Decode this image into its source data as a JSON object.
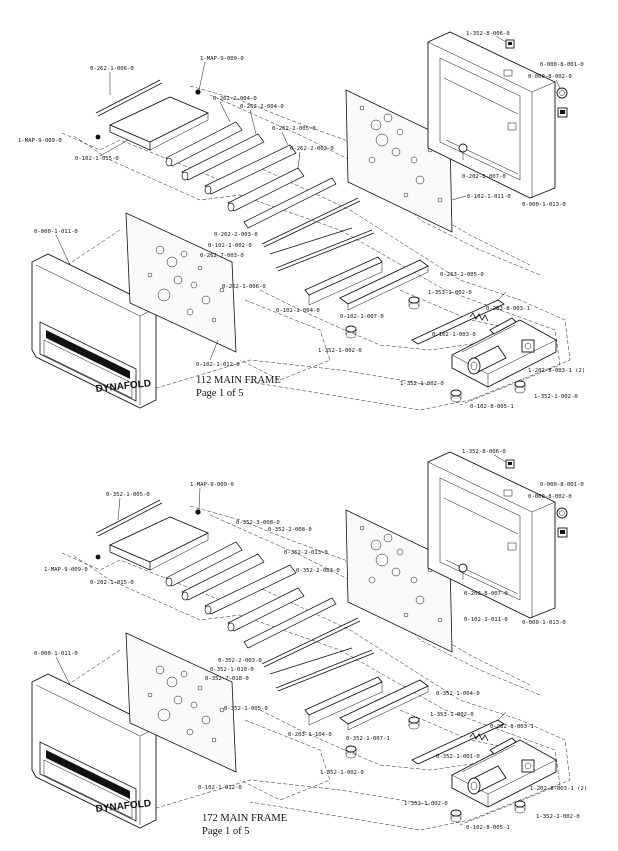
{
  "diagrams": [
    {
      "id": "upper",
      "caption_line1": "112 MAIN FRAME",
      "caption_line2": "Page 1 of 5",
      "brand": "DYNAFOLD",
      "labels": {
        "rod_top": "0-262-1-006-0",
        "screw_a": "1-MAP-9-009-0",
        "roller_a": "0-262-2-004-0",
        "roller_b": "0-262-2-004-0",
        "roller_c": "0-262-2-005-0",
        "roller_d": "0-262-2-002-0",
        "screw_b": "1-MAP-9-009-0",
        "guard": "0-102-1-015-0",
        "rod_e": "0-262-2-003-0",
        "rod_f": "0-102-1-002-0",
        "rod_g": "0-262-7-003-0",
        "rod_h": "0-262-1-006-0",
        "cover": "0-000-1-011-0",
        "left_plate": "0-102-1-012-0",
        "right_plate": "0-102-1-011-0",
        "nut": "0-202-8-007-0",
        "frame": "0-000-1-013-0",
        "switch_top": "1-352-8-006-0",
        "knob_a": "0-000-8-001-0",
        "knob_b": "0-000-8-002-0",
        "bar_i": "0-102-1-004-0",
        "bar_j": "0-102-1-007-0",
        "bar_k": "0-263-1-005-0",
        "foot_a": "1-353-1-002-0",
        "foot_b": "1-352-1-002-0",
        "foot_c": "1-352-1-002-0",
        "foot_d": "1-352-1-002-0",
        "spring": "0-282-8-003-1",
        "bracket": "0-102-1-003-0",
        "motor": "1-202-8-003-1 (2)",
        "base": "0-102-8-005-1"
      }
    },
    {
      "id": "lower",
      "caption_line1": "172 MAIN FRAME",
      "caption_line2": "Page 1 of 5",
      "brand": "DYNAFOLD",
      "labels": {
        "rod_top": "0-352-1-005-0",
        "screw_a": "1-MAP-9-009-0",
        "roller_a": "0-352-3-008-0",
        "roller_b": "0-352-2-008-0",
        "roller_c": "0-352-2-013-0",
        "roller_d": "0-352-2-003-0",
        "screw_b": "1-MAP-9-009-0",
        "guard": "0-202-1-015-0",
        "rod_e": "0-352-2-003-0",
        "rod_f": "0-352-1-010-0",
        "rod_g": "0-352-7-018-0",
        "rod_h": "0-352-1-005-0",
        "cover": "0-000-1-011-0",
        "left_plate": "0-102-1-012-0",
        "right_plate": "0-102-1-011-0",
        "nut": "0-202-8-007-0",
        "frame": "0-000-1-013-0",
        "switch_top": "1-352-8-006-0",
        "knob_a": "0-000-8-001-0",
        "knob_b": "0-000-8-002-0",
        "bar_i": "0-203-1-104-0",
        "bar_j": "0-352-1-007-1",
        "bar_k": "0-352-1-004-0",
        "foot_a": "1-353-1-002-0",
        "foot_b": "1-352-1-002-0",
        "foot_c": "1-352-1-002-0",
        "foot_d": "1-352-1-002-0",
        "spring": "0-282-8-003-1",
        "bracket": "0-352-1-001-0",
        "motor": "1-202-8-003-1 (2)",
        "base": "0-102-8-005-1"
      }
    }
  ]
}
